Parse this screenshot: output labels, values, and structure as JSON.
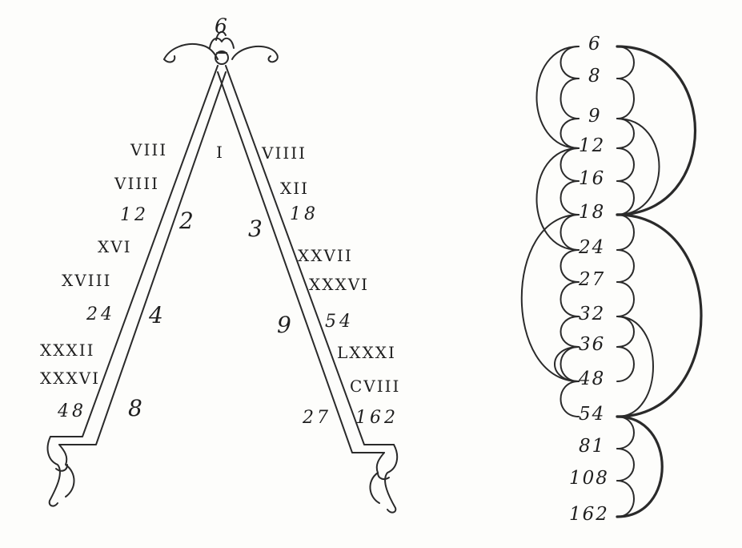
{
  "lambda": {
    "top": "6",
    "apex": "I",
    "inner_left": [
      "2",
      "4",
      "8"
    ],
    "inner_right": [
      "3",
      "9",
      "27"
    ],
    "outer_left": [
      "VIII",
      "VIIII",
      "12",
      "XVI",
      "XVIII",
      "24",
      "XXXII",
      "XXXVI",
      "48"
    ],
    "outer_right": [
      "VIIII",
      "XII",
      "18",
      "XXVII",
      "XXXVI",
      "54",
      "LXXXI",
      "CVIII",
      "162"
    ]
  },
  "scale": {
    "numbers": [
      "6",
      "8",
      "9",
      "12",
      "16",
      "18",
      "24",
      "27",
      "32",
      "36",
      "48",
      "54",
      "81",
      "108",
      "162"
    ]
  }
}
